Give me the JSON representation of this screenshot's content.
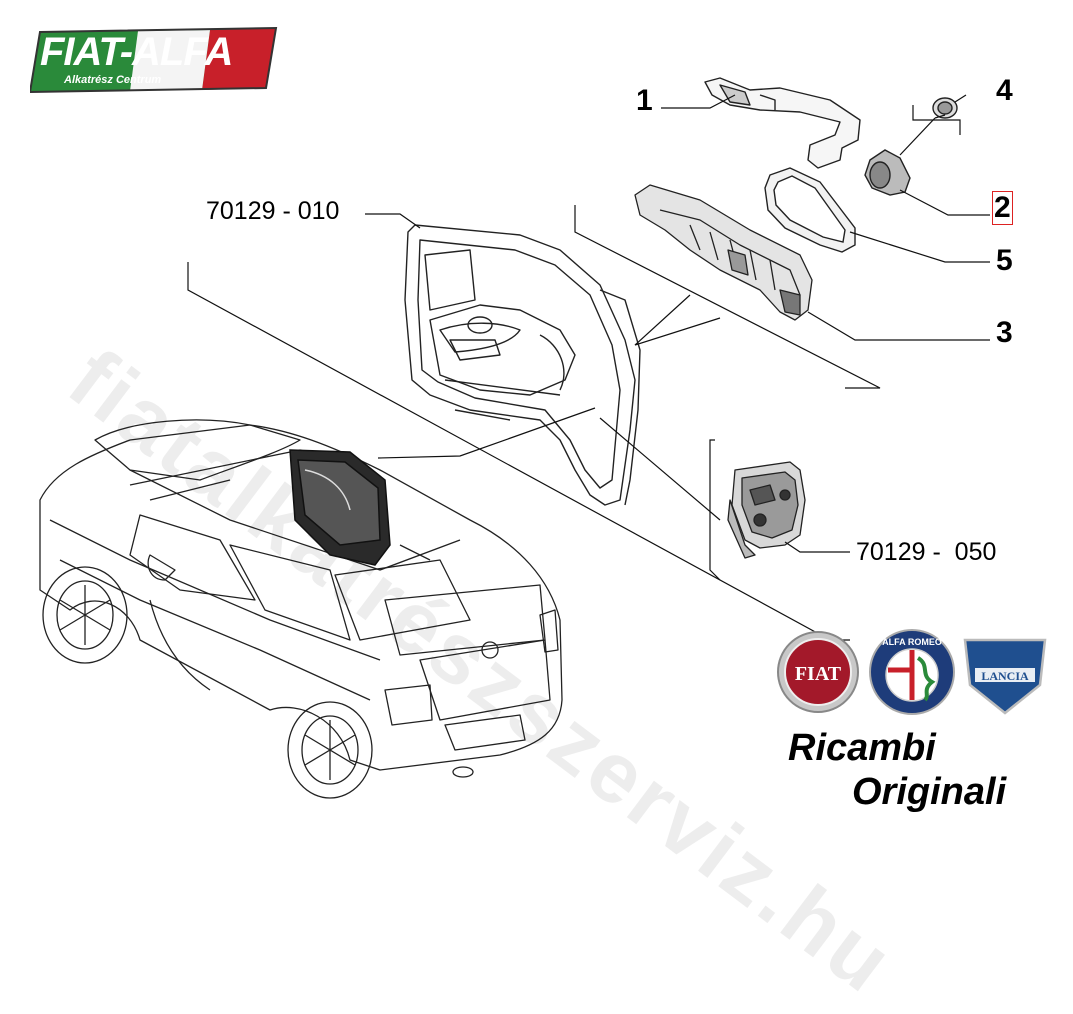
{
  "header": {
    "logo_title": "FIAT-ALFA",
    "logo_subtitle": "Alkatrész Centrum"
  },
  "callouts": [
    {
      "id": "1",
      "label": "1",
      "highlighted": false
    },
    {
      "id": "2",
      "label": "2",
      "highlighted": true
    },
    {
      "id": "3",
      "label": "3",
      "highlighted": false
    },
    {
      "id": "4",
      "label": "4",
      "highlighted": false
    },
    {
      "id": "5",
      "label": "5",
      "highlighted": false
    }
  ],
  "part_codes": {
    "door": "70129 - 010",
    "lock": "70129 -  050"
  },
  "brands": {
    "fiat": "FIAT",
    "alfa": "ALFA ROMEO",
    "lancia": "LANCIA"
  },
  "footer": {
    "line1": "Ricambi",
    "line2": "Originali"
  },
  "watermark": "fiatalkatrészszerviz.hu",
  "colors": {
    "highlight_box": "#d22222",
    "logo_green": "#2a8a3a",
    "logo_red": "#c8202a",
    "fiat_red": "#a3192a",
    "alfa_blue": "#1e3c7a",
    "lancia_blue": "#1f4f8f"
  }
}
